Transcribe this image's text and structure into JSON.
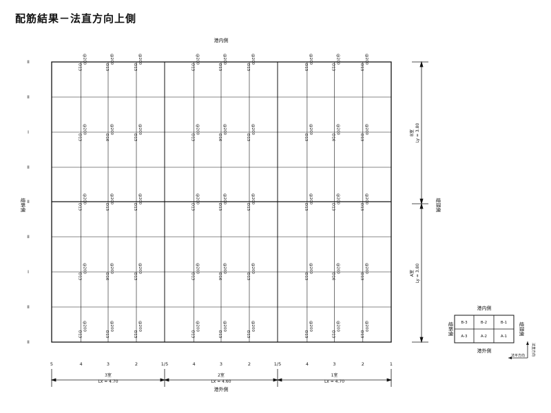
{
  "title": "配筋結果－法直方向上側",
  "labels": {
    "top_side": "港内側",
    "bottom_side": "港外側",
    "left_side": "堤幹側",
    "right_side": "堤頭側"
  },
  "row_marks": [
    "II",
    "II",
    "I",
    "II",
    "II",
    "II",
    "I",
    "II",
    "II"
  ],
  "bar_spec_rows": [
    [
      "D13 @200",
      "D13 @200",
      "D13 @200"
    ],
    [
      "D13 @200",
      "D16 @200",
      "D13 @200"
    ],
    [
      "D13 @200",
      "D13 @200",
      "D13 @200"
    ],
    [
      "D13 @200",
      "D16 @200",
      "D13 @200"
    ],
    [
      "D13 @200",
      "D13 @200",
      "D13 @200"
    ]
  ],
  "rooms": [
    {
      "name": "3室",
      "lx": "Lx = 4.70"
    },
    {
      "name": "2室",
      "lx": "Lx = 4.60"
    },
    {
      "name": "1室",
      "lx": "Lx = 4.70"
    }
  ],
  "bottom_ticks": [
    "5",
    "4",
    "3",
    "2",
    "1/5",
    "4",
    "3",
    "2",
    "1/5",
    "4",
    "3",
    "2",
    "1"
  ],
  "right_dims": [
    {
      "name": "B室",
      "ly": "Ly = 3.80"
    },
    {
      "name": "A室",
      "ly": "Ly = 3.80"
    }
  ],
  "key": {
    "title": "港内側",
    "bottom": "港外側",
    "left": "堤幹側",
    "right": "堤頭側",
    "cells": [
      [
        "B-3",
        "B-2",
        "B-1"
      ],
      [
        "A-3",
        "A-2",
        "A-1"
      ]
    ],
    "axis_x": "法平方向",
    "axis_y": "法直方向"
  }
}
